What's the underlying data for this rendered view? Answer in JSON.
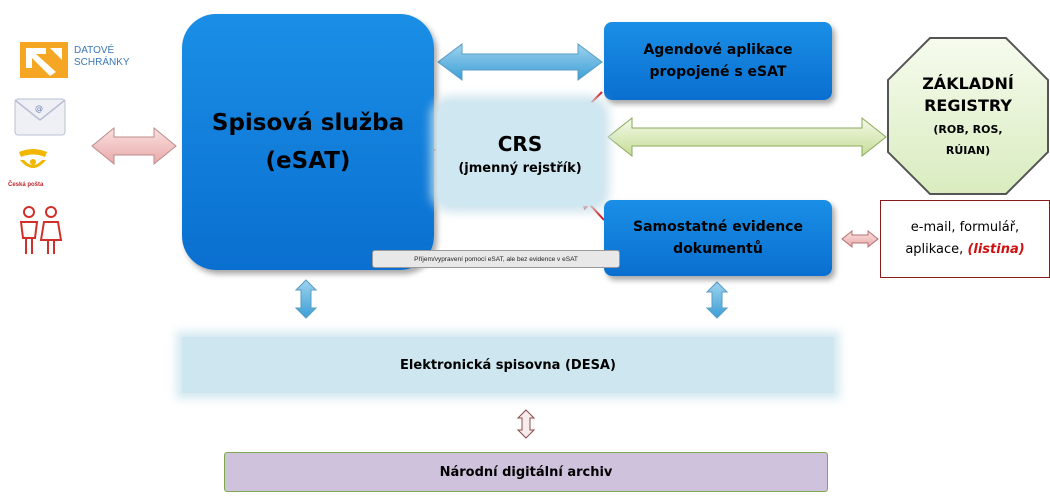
{
  "sources": {
    "datove_schranky_line1": "DATOVÉ",
    "datove_schranky_line2": "SCHRÁNKY",
    "ceska_posta": "Česká pošta"
  },
  "main_box": {
    "line1": "Spisová služba",
    "line2": "(eSAT)"
  },
  "agendove": {
    "line1": "Agendové aplikace",
    "line2": "propojené s eSAT"
  },
  "crs": {
    "title": "CRS",
    "subtitle": "(jmenný rejstřík)"
  },
  "zakladni": {
    "line1": "ZÁKLADNÍ",
    "line2": "REGISTRY",
    "line3": "(ROB, ROS,",
    "line4": "RÚIAN)"
  },
  "samostatne": {
    "line1": "Samostatné evidence",
    "line2": "dokumentů"
  },
  "email_box": {
    "line1": "e-mail, formulář,",
    "line2_prefix": "aplikace, ",
    "line2_italic": "(listina)"
  },
  "note": "Příjem/vypravení pomocí eSAT, ale bez evidence v eSAT",
  "desa": "Elektronická spisovna (DESA)",
  "nda": "Národní digitální archiv",
  "colors": {
    "blue_box": "#0a6fd0",
    "crs_bg": "#cfe7f0",
    "zakladni_bg": "#e2f1d0",
    "desa_bg": "#cde6ef",
    "nda_bg": "#cfc2dd",
    "red_arrow": "#e0151b"
  }
}
